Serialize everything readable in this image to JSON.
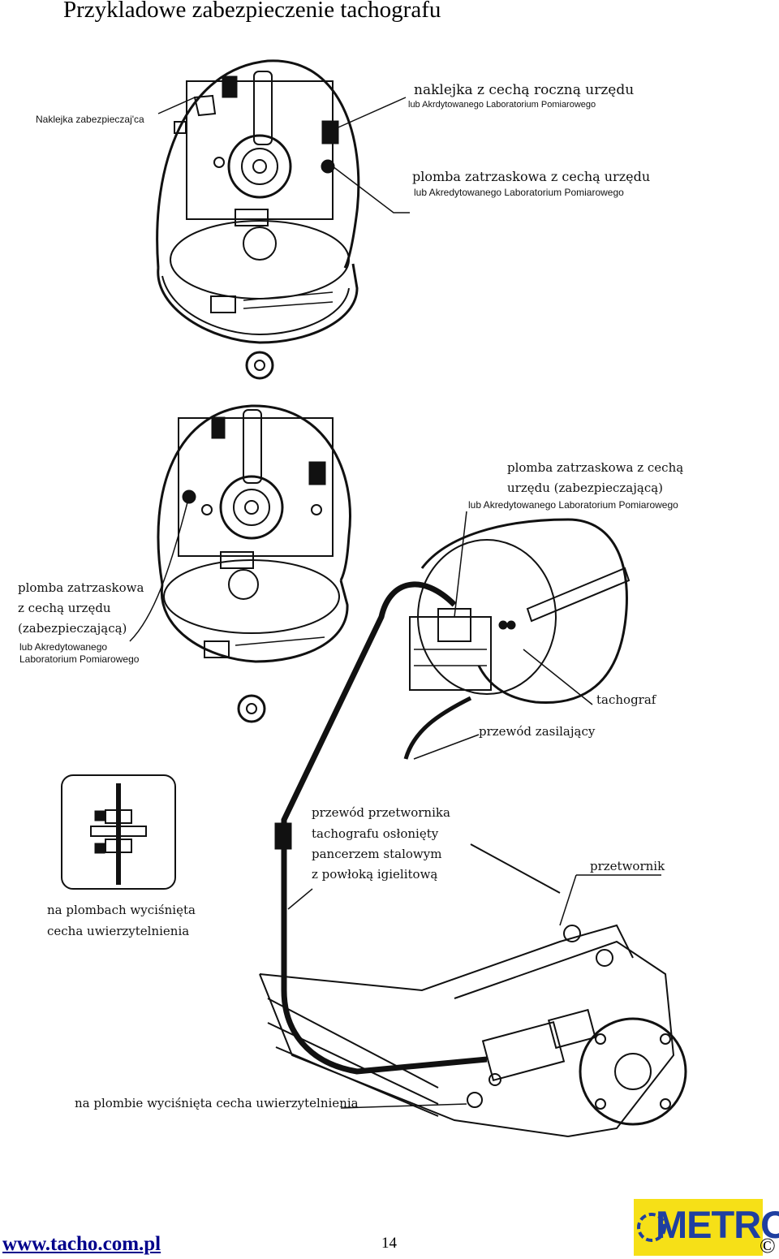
{
  "page": {
    "title": "Przykladowe zabezpieczenie tachografu",
    "footer_url": "www.tacho.com.pl",
    "page_number": "14",
    "copyright_symbol": "©",
    "logo_text": "METRO"
  },
  "labels": {
    "sticker_seal": "Naklejka zabezpieczaj'ca",
    "annual_sticker_line1": "naklejka z cechą roczną urzędu",
    "annual_sticker_line2": "lub Akrdytowanego Laboratorium Pomiarowego",
    "snap_seal_top_line1": "plomba zatrzaskowa z cechą urzędu",
    "snap_seal_top_line2": "lub Akredytowanego Laboratorium Pomiarowego",
    "snap_seal_right_line1": "plomba zatrzaskowa z cechą",
    "snap_seal_right_line2": "urzędu (zabezpieczającą)",
    "snap_seal_right_line3": "lub Akredytowanego Laboratorium Pomiarowego",
    "snap_seal_left_line1": "plomba zatrzaskowa",
    "snap_seal_left_line2": "z cechą urzędu",
    "snap_seal_left_line3": "(zabezpieczającą)",
    "snap_seal_left_line4": "lub Akredytowanego",
    "snap_seal_left_line5": "Laboratorium Pomiarowego",
    "tachograph": "tachograf",
    "power_cable": "przewód zasilający",
    "sensor_cable_line1": "przewód przetwornika",
    "sensor_cable_line2": "tachografu osłonięty",
    "sensor_cable_line3": "pancerzem stalowym",
    "sensor_cable_line4": "z powłoką igielitową",
    "sensor": "przetwornik",
    "seals_embossed_line1": "na plombach wyciśnięta",
    "seals_embossed_line2": "cecha uwierzytelnienia",
    "seal_embossed": "na plombie wyciśnięta cecha uwierzytelnienia"
  },
  "colors": {
    "logo_bg": "#f6e017",
    "logo_text": "#1f3fa0",
    "url": "#00008b"
  }
}
